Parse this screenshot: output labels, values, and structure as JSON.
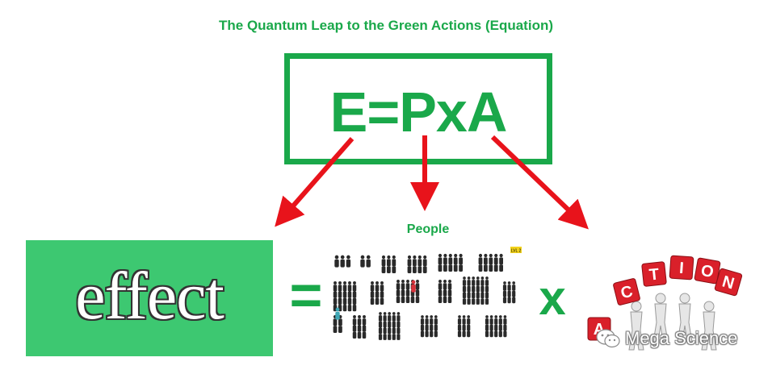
{
  "header": {
    "title": "The Quantum Leap to the Green Actions (Equation)"
  },
  "equation": {
    "text": "E=PxA"
  },
  "labels": {
    "people": "People"
  },
  "effect": {
    "word": "effect"
  },
  "operators": {
    "equals": "=",
    "times": "x"
  },
  "action": {
    "letters": [
      "A",
      "C",
      "T",
      "I",
      "O",
      "N"
    ]
  },
  "crowd_badge": "LVL 2",
  "watermark": {
    "text": "Mega Science",
    "icon": "wechat-icon"
  },
  "colors": {
    "green": "#1aa84a",
    "panel": "#3dc871",
    "arrow": "#e8131b",
    "cube": "#d9202a"
  }
}
